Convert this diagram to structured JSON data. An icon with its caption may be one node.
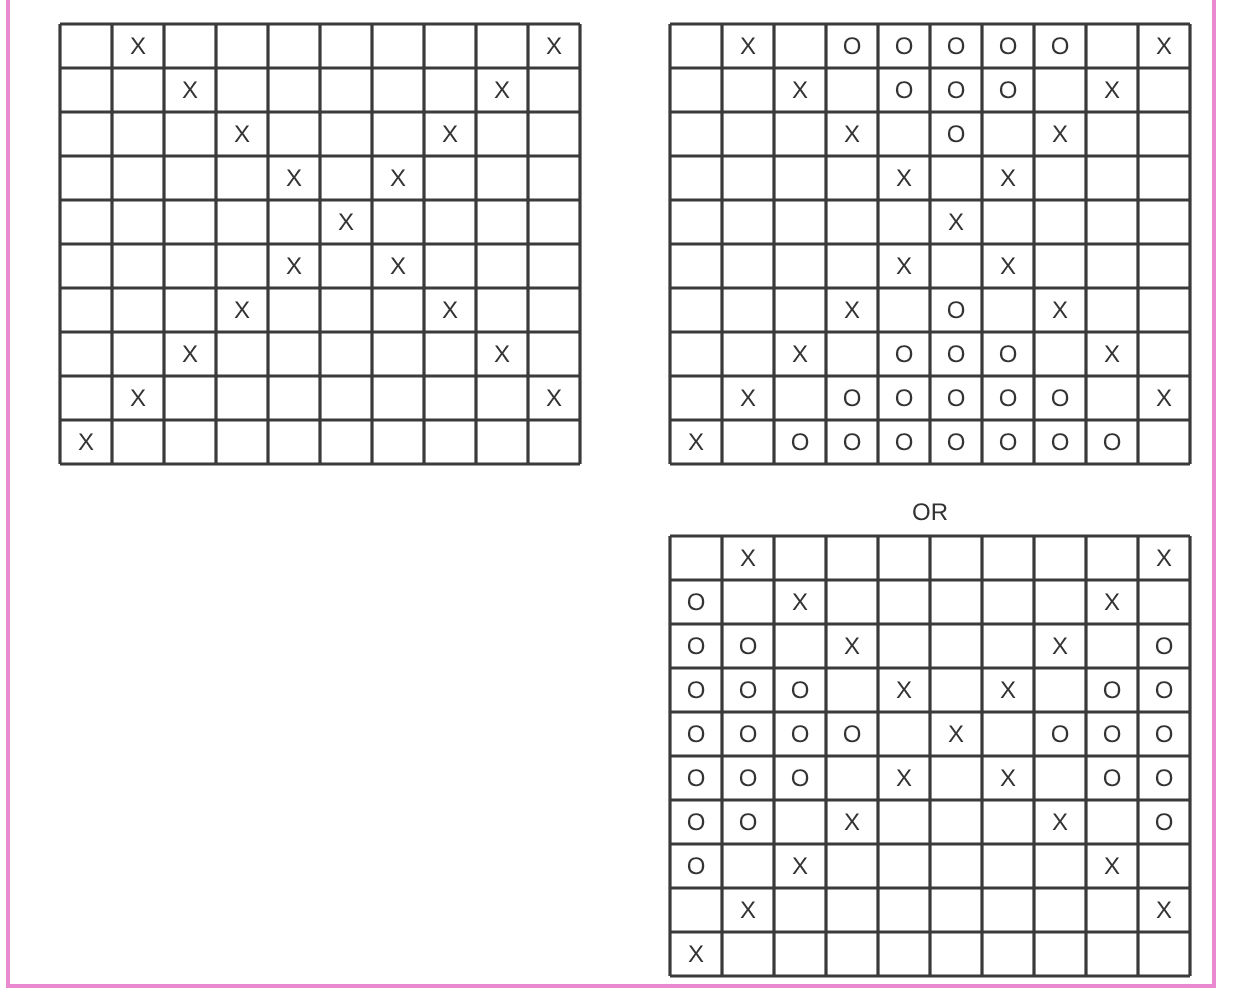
{
  "diagram": {
    "labels": [
      "X",
      "X",
      "X",
      "X",
      "X",
      "X",
      "X",
      "X",
      "X",
      "X",
      "X",
      "X",
      "X",
      "X",
      "X",
      "X",
      "X",
      "X",
      "X",
      "O",
      "O",
      "O",
      "O",
      "O",
      "X",
      "X",
      "O",
      "O",
      "O",
      "X",
      "X",
      "O",
      "X",
      "X",
      "X",
      "X",
      "X",
      "X",
      "X",
      "O",
      "X",
      "X",
      "O",
      "O",
      "O",
      "X",
      "X",
      "O",
      "O",
      "O",
      "O",
      "O",
      "X",
      "X",
      "O",
      "O",
      "O",
      "O",
      "O",
      "O",
      "O",
      "OR",
      "X",
      "X",
      "O",
      "X",
      "X",
      "O",
      "O",
      "X",
      "X",
      "O",
      "O",
      "O",
      "O",
      "X",
      "X",
      "O",
      "O",
      "O",
      "O",
      "O",
      "O",
      "X",
      "O",
      "O",
      "O",
      "O",
      "O",
      "O",
      "X",
      "X",
      "O",
      "O",
      "O",
      "O",
      "X",
      "X",
      "O",
      "O",
      "X",
      "X",
      "X",
      "X",
      "X"
    ]
  }
}
